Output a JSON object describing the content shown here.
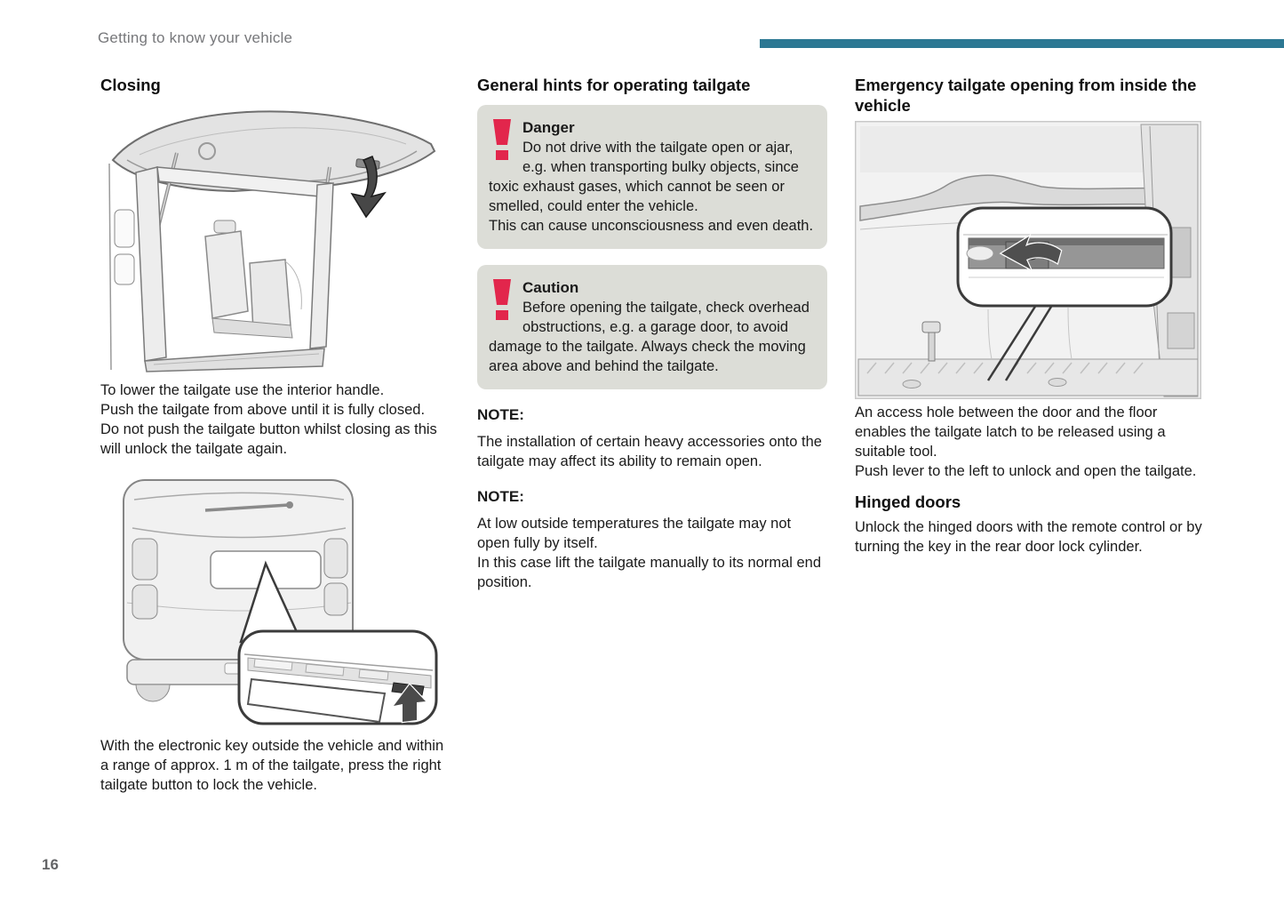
{
  "theme": {
    "accent": "#2c7893",
    "warnred": "#e2264c",
    "boxbg": "#dcddd7"
  },
  "header": {
    "running_head": "Getting to know your vehicle"
  },
  "footer": {
    "page_number": "16"
  },
  "columns": {
    "left": {
      "heading": "Closing",
      "figure1": "tailgate-open-interior-illustration",
      "para1": [
        "To lower the tailgate use the interior handle.",
        "Push the tailgate from above until it is fully closed.",
        "Do not push the tailgate button whilst closing as this will unlock the tailgate again."
      ],
      "figure2": "van-rear-button-callout-illustration",
      "para2": [
        "With the electronic key outside the vehicle and within a range of approx. 1 m of the tailgate, press the right tailgate button to lock the vehicle."
      ]
    },
    "middle": {
      "heading": "General hints for operating tailgate",
      "danger": {
        "title": "Danger",
        "icon": "exclamation-icon",
        "paragraphs": [
          "Do not drive with the tailgate open or ajar, e.g. when transporting bulky objects, since toxic exhaust gases, which cannot be seen or smelled, could enter the vehicle.",
          "This can cause unconsciousness and even death."
        ]
      },
      "caution": {
        "title": "Caution",
        "icon": "exclamation-icon",
        "paragraphs": [
          "Before opening the tailgate, check overhead obstructions, e.g. a garage door, to avoid damage to the tailgate. Always check the moving area above and behind the tailgate."
        ]
      },
      "notes": [
        {
          "label": "NOTE:",
          "paragraphs": [
            "The installation of certain heavy accessories onto the tailgate may affect its ability to remain open."
          ]
        },
        {
          "label": "NOTE:",
          "paragraphs": [
            "At low outside temperatures the tailgate may not open fully by itself.",
            "In this case lift the tailgate manually to its normal end position."
          ]
        }
      ]
    },
    "right": {
      "heading": "Emergency tailgate opening from inside the vehicle",
      "figure3": "tailgate-inner-release-callout-illustration",
      "para1": [
        "An access hole between the door and the floor enables the tailgate latch to be released using a suitable tool.",
        "Push lever to the left to unlock and open the tailgate."
      ],
      "subheading": "Hinged doors",
      "para2": [
        "Unlock the hinged doors with the remote control or by turning the key in the rear door lock cylinder."
      ]
    }
  }
}
